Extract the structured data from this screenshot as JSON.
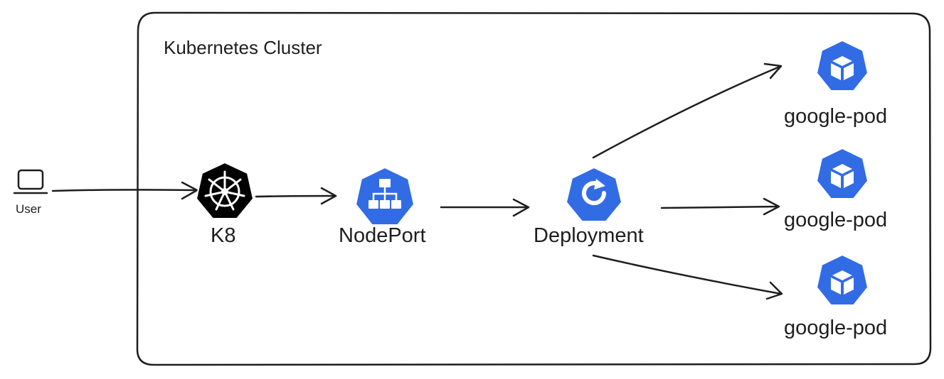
{
  "cluster": {
    "title": "Kubernetes Cluster"
  },
  "nodes": {
    "user": {
      "label": "User",
      "icon": "laptop-icon"
    },
    "k8": {
      "label": "K8",
      "icon": "kubernetes-helm-icon",
      "color": "#000000"
    },
    "nodeport": {
      "label": "NodePort",
      "icon": "service-network-icon",
      "color": "#326ce5"
    },
    "deployment": {
      "label": "Deployment",
      "icon": "deployment-refresh-icon",
      "color": "#326ce5"
    },
    "pods": [
      {
        "label": "google-pod",
        "icon": "pod-cube-icon",
        "color": "#326ce5"
      },
      {
        "label": "google-pod",
        "icon": "pod-cube-icon",
        "color": "#326ce5"
      },
      {
        "label": "google-pod",
        "icon": "pod-cube-icon",
        "color": "#326ce5"
      }
    ]
  },
  "edges": [
    {
      "from": "User",
      "to": "K8"
    },
    {
      "from": "K8",
      "to": "NodePort"
    },
    {
      "from": "NodePort",
      "to": "Deployment"
    },
    {
      "from": "Deployment",
      "to": "google-pod"
    },
    {
      "from": "Deployment",
      "to": "google-pod"
    },
    {
      "from": "Deployment",
      "to": "google-pod"
    }
  ]
}
